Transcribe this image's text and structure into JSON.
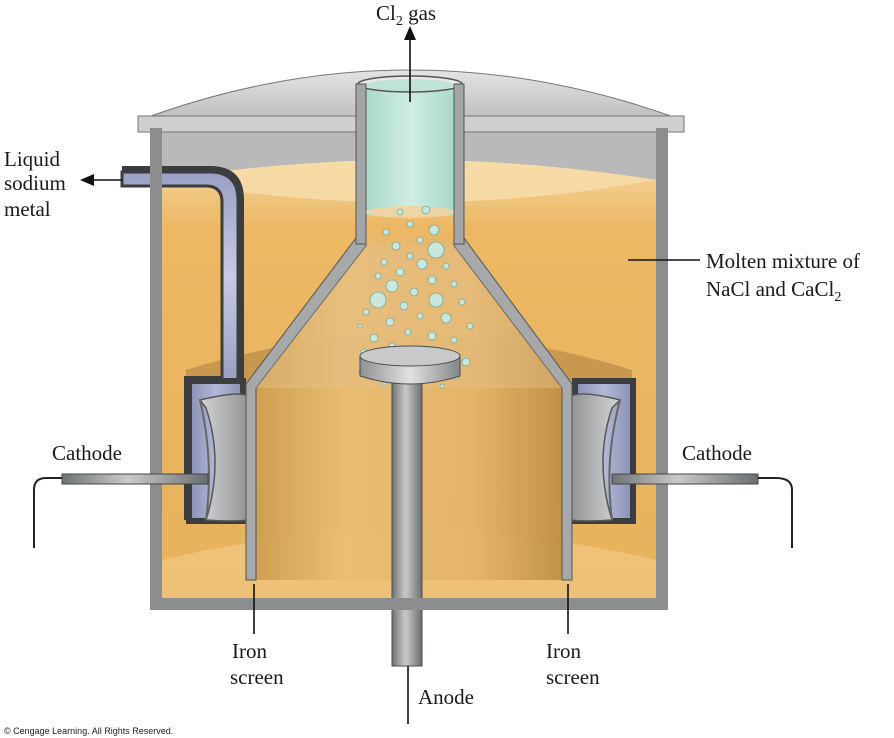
{
  "labels": {
    "cl2_prefix": "Cl",
    "cl2_sub": "2",
    "cl2_suffix": " gas",
    "liquid_sodium_line1": "Liquid",
    "liquid_sodium_line2": "sodium",
    "liquid_sodium_line3": "metal",
    "molten_line1": "Molten mixture of",
    "molten_line2_prefix": "NaCl and CaCl",
    "molten_line2_sub": "2",
    "cathode_left": "Cathode",
    "cathode_right": "Cathode",
    "iron_screen_left_line1": "Iron",
    "iron_screen_left_line2": "screen",
    "iron_screen_right_line1": "Iron",
    "iron_screen_right_line2": "screen",
    "anode": "Anode",
    "copyright": "© Cengage Learning. All Rights Reserved."
  },
  "colors": {
    "molten": "#e9b45f",
    "molten_light": "#f6d9a6",
    "gas": "#c3e6dc",
    "steel": "#8f9294",
    "cathode_metal": "#a6a7a9",
    "sodium_channel": "#a3a8c8",
    "shell": "#9a9b9d"
  }
}
